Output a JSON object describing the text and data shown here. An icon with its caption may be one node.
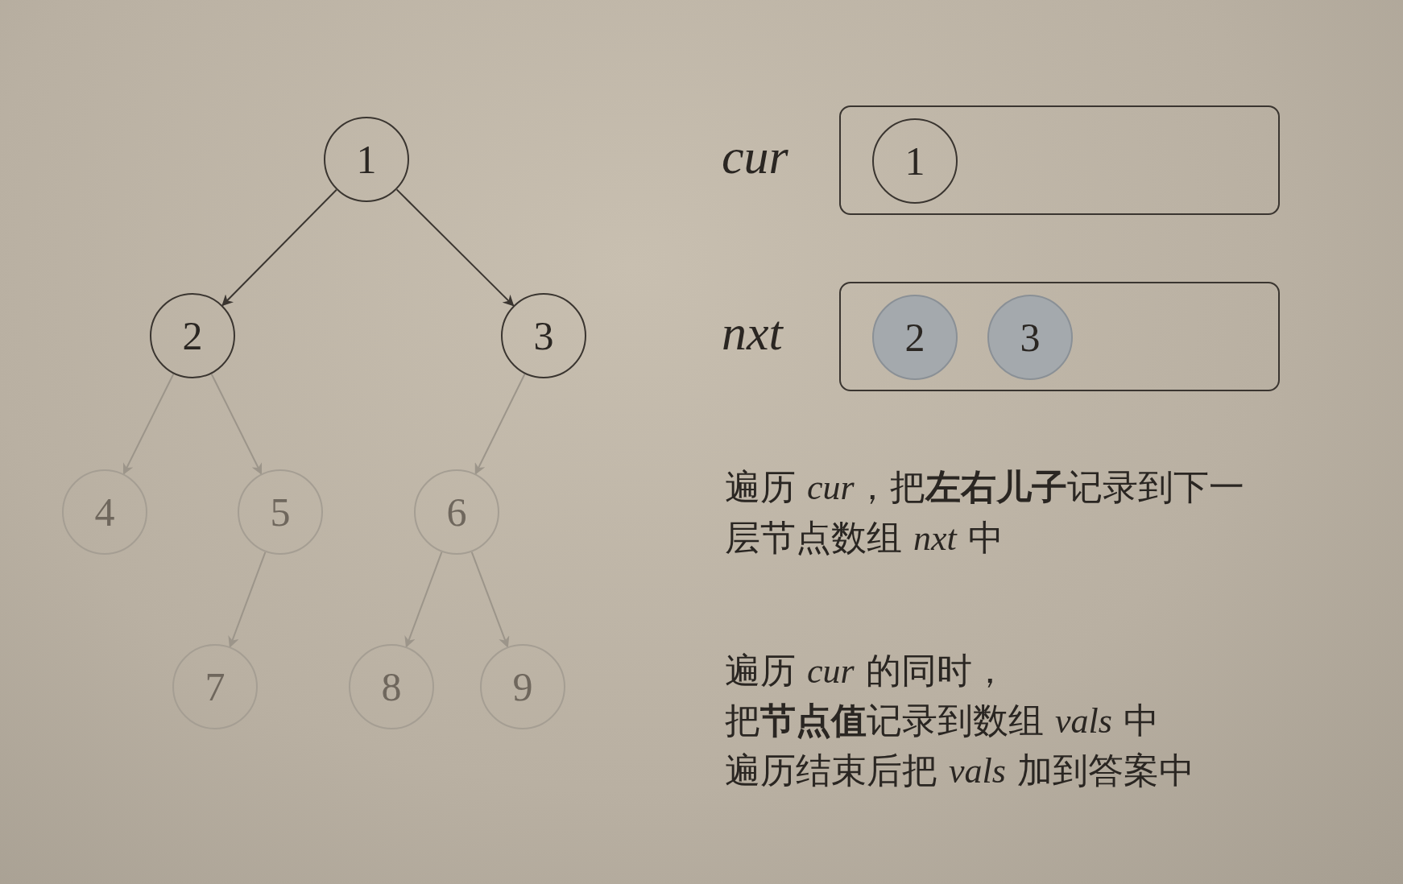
{
  "diagram": {
    "nodes": [
      {
        "text": [
          "1"
        ]
      },
      {
        "text": [
          "2"
        ]
      },
      {
        "text": [
          "3"
        ]
      },
      {
        "text": [
          "4"
        ]
      },
      {
        "text": [
          "5"
        ]
      },
      {
        "text": [
          "6"
        ]
      },
      {
        "text": [
          "7"
        ]
      },
      {
        "text": [
          "8"
        ]
      },
      {
        "text": [
          "9"
        ]
      },
      {
        "text": [
          "cur"
        ]
      },
      {
        "text": [
          "1"
        ],
        "in": 9
      },
      {
        "text": [
          "nxt"
        ]
      },
      {
        "text": [
          "2"
        ],
        "in": 11
      },
      {
        "text": [
          "3"
        ],
        "in": 11
      }
    ],
    "edges": [
      {
        "from": 0,
        "to": 1,
        "arrow": "to",
        "color": "#3a3530"
      },
      {
        "from": 0,
        "to": 2,
        "arrow": "to",
        "color": "#3a3530"
      },
      {
        "from": 1,
        "to": 3,
        "arrow": "to"
      },
      {
        "from": 1,
        "to": 4,
        "arrow": "to"
      },
      {
        "from": 2,
        "to": 5,
        "arrow": "to"
      },
      {
        "from": 4,
        "to": 6,
        "arrow": "to"
      },
      {
        "from": 5,
        "to": 7,
        "arrow": "to"
      },
      {
        "from": 5,
        "to": 8,
        "arrow": "to"
      }
    ],
    "labels": [
      "遍历 *cur*，把**左右儿子**记录到下一层节点数组 *nxt* 中",
      "遍历 *cur* 的同时，",
      "把**节点值**记录到数组 *vals* 中",
      "遍历结束后把 *vals* 加到答案中"
    ]
  }
}
